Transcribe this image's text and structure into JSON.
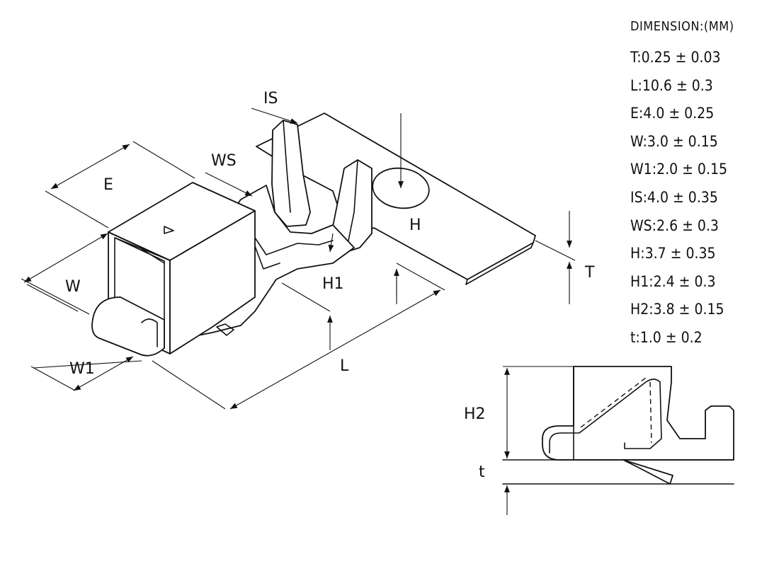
{
  "labels": {
    "IS": "IS",
    "WS": "WS",
    "E": "E",
    "W": "W",
    "W1": "W1",
    "H": "H",
    "H1": "H1",
    "L": "L",
    "T": "T",
    "H2": "H2",
    "t": "t"
  },
  "spec": {
    "title": "DIMENSION:(MM)",
    "rows": [
      "T:0.25 ± 0.03",
      "L:10.6 ± 0.3",
      "E:4.0 ± 0.25",
      "W:3.0 ± 0.15",
      "W1:2.0 ± 0.15",
      "IS:4.0 ± 0.35",
      "WS:2.6 ± 0.3",
      "H:3.7 ± 0.35",
      "H1:2.4 ± 0.3",
      "H2:3.8 ± 0.15",
      "t:1.0 ± 0.2"
    ]
  }
}
